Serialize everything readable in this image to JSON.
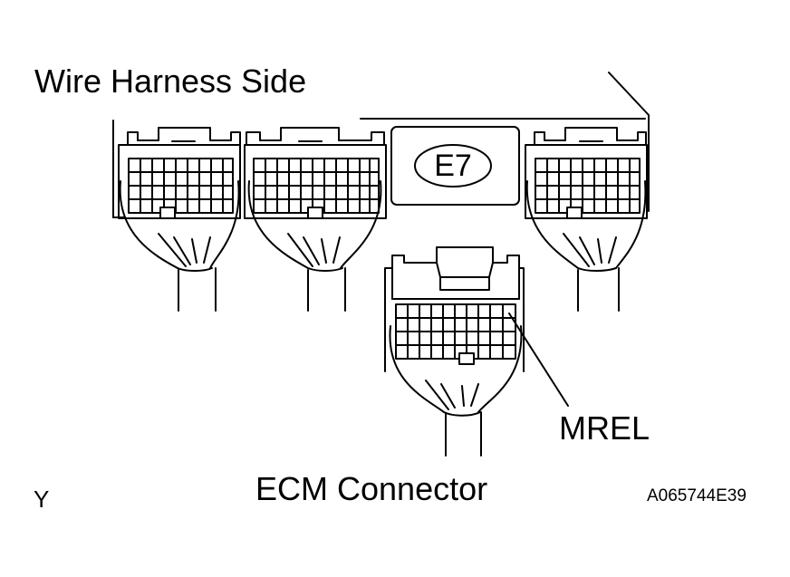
{
  "labels": {
    "wire_harness_side": "Wire Harness Side",
    "connector_id": "E7",
    "terminal": "MREL",
    "caption": "ECM Connector",
    "corner_mark": "Y",
    "figure_code": "A065744E39"
  },
  "colors": {
    "line": "#000000",
    "background": "#ffffff"
  }
}
